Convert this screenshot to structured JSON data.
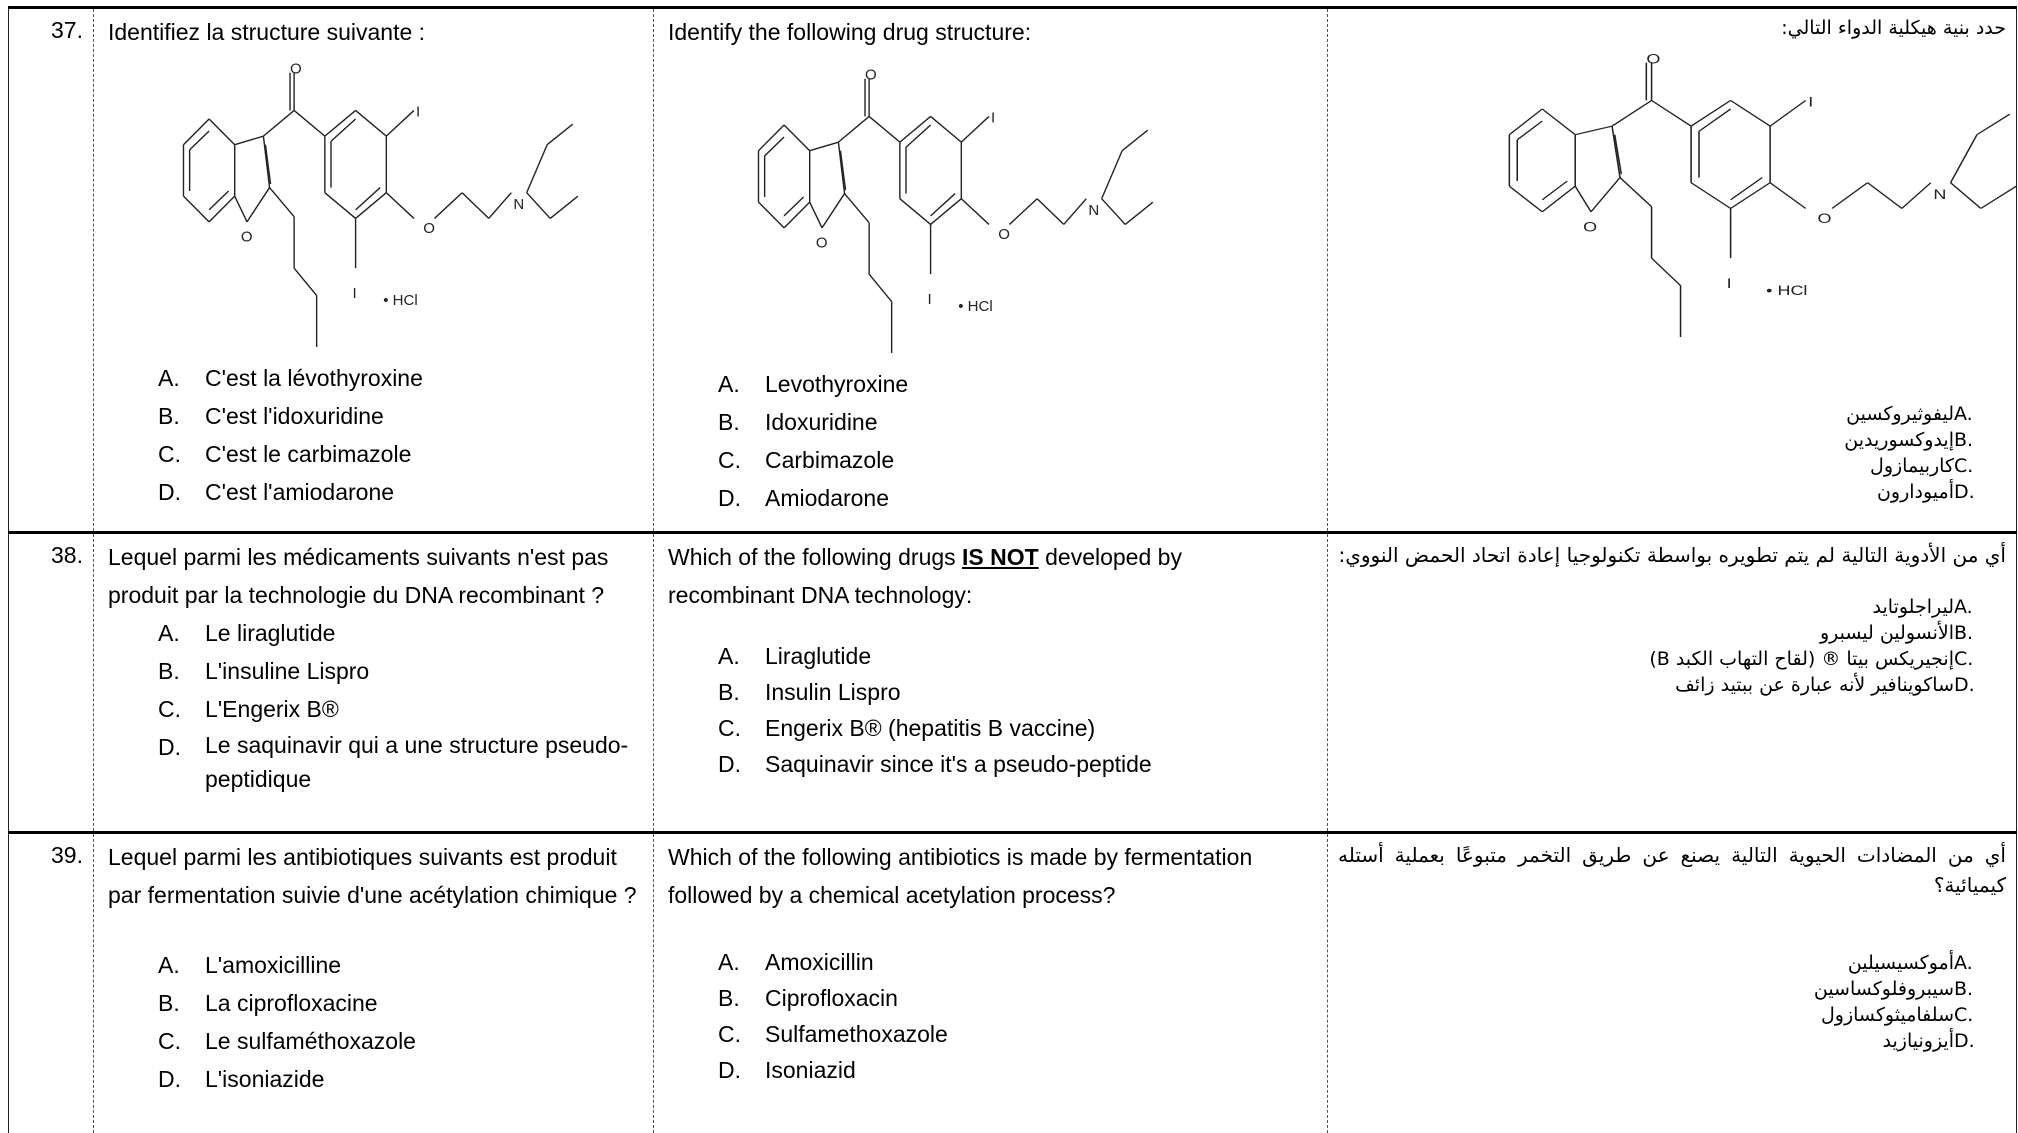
{
  "questions": [
    {
      "number": "37.",
      "fr": {
        "question": "Identifiez la structure suivante :",
        "options": [
          {
            "letter": "A.",
            "text": "C'est la lévothyroxine"
          },
          {
            "letter": "B.",
            "text": "C'est l'idoxuridine"
          },
          {
            "letter": "C.",
            "text": "C'est le carbimazole"
          },
          {
            "letter": "D.",
            "text": "C'est l'amiodarone"
          }
        ]
      },
      "en": {
        "question": "Identify the following drug structure:",
        "options": [
          {
            "letter": "A.",
            "text": "Levothyroxine"
          },
          {
            "letter": "B.",
            "text": "Idoxuridine"
          },
          {
            "letter": "C.",
            "text": "Carbimazole"
          },
          {
            "letter": "D.",
            "text": "Amiodarone"
          }
        ]
      },
      "ar": {
        "question": "حدد بنية هيكلية الدواء التالي:",
        "options": [
          {
            "letter": "A.",
            "text": "ليفوثيروكسين"
          },
          {
            "letter": "B.",
            "text": "إيدوكسوريدين"
          },
          {
            "letter": "C.",
            "text": "كاربيمازول"
          },
          {
            "letter": "D.",
            "text": "أميودارون"
          }
        ]
      },
      "structure_labels": {
        "carbonyl_o": "O",
        "ring_o": "O",
        "ether_o": "O",
        "iodine_top": "I",
        "iodine_bottom": "I",
        "nitrogen": "N",
        "salt": "• HCl"
      }
    },
    {
      "number": "38.",
      "fr": {
        "question": "Lequel parmi les médicaments suivants n'est pas produit par la technologie du DNA recombinant ?",
        "options": [
          {
            "letter": "A.",
            "text": "Le liraglutide"
          },
          {
            "letter": "B.",
            "text": "L'insuline Lispro"
          },
          {
            "letter": "C.",
            "text": "L'Engerix B®"
          },
          {
            "letter": "D.",
            "text": "Le saquinavir qui a une structure pseudo-peptidique"
          }
        ]
      },
      "en": {
        "question_before": "Which of the following drugs ",
        "question_emphasis": "IS NOT",
        "question_after": " developed by recombinant DNA technology:",
        "options": [
          {
            "letter": "A.",
            "text": "Liraglutide"
          },
          {
            "letter": "B.",
            "text": "Insulin Lispro"
          },
          {
            "letter": "C.",
            "text": "Engerix B® (hepatitis B vaccine)"
          },
          {
            "letter": "D.",
            "text": "Saquinavir since it's a pseudo-peptide"
          }
        ]
      },
      "ar": {
        "question": "أي من الأدوية التالية لم يتم تطويره بواسطة تكنولوجيا إعادة اتحاد الحمض النووي:",
        "options": [
          {
            "letter": "A.",
            "text": "ليراجلوتايد"
          },
          {
            "letter": "B.",
            "text": "الأنسولين ليسبرو"
          },
          {
            "letter": "C.",
            "text": "إنجيريكس بيتا ® (لقاح التهاب الكبد B)"
          },
          {
            "letter": "D.",
            "text": "ساكوينافير لأنه عبارة عن ببتيد زائف"
          }
        ]
      }
    },
    {
      "number": "39.",
      "fr": {
        "question": "Lequel parmi les antibiotiques suivants est produit par fermentation suivie d'une acétylation chimique ?",
        "options": [
          {
            "letter": "A.",
            "text": "L'amoxicilline"
          },
          {
            "letter": "B.",
            "text": "La ciprofloxacine"
          },
          {
            "letter": "C.",
            "text": "Le sulfaméthoxazole"
          },
          {
            "letter": "D.",
            "text": "L'isoniazide"
          }
        ]
      },
      "en": {
        "question": "Which of the following antibiotics is made by fermentation followed by a chemical acetylation process?",
        "options": [
          {
            "letter": "A.",
            "text": "Amoxicillin"
          },
          {
            "letter": "B.",
            "text": "Ciprofloxacin"
          },
          {
            "letter": "C.",
            "text": "Sulfamethoxazole"
          },
          {
            "letter": "D.",
            "text": "Isoniazid"
          }
        ]
      },
      "ar": {
        "question": "أي من المضادات الحيوية التالية يصنع عن طريق التخمر متبوعًا بعملية أستله كيميائية؟",
        "options": [
          {
            "letter": "A.",
            "text": "أموكسيسيلين"
          },
          {
            "letter": "B.",
            "text": "سيبروفلوكساسين"
          },
          {
            "letter": "C.",
            "text": "سلفاميثوكسازول"
          },
          {
            "letter": "D.",
            "text": "أيزونيازيد"
          }
        ]
      }
    }
  ]
}
